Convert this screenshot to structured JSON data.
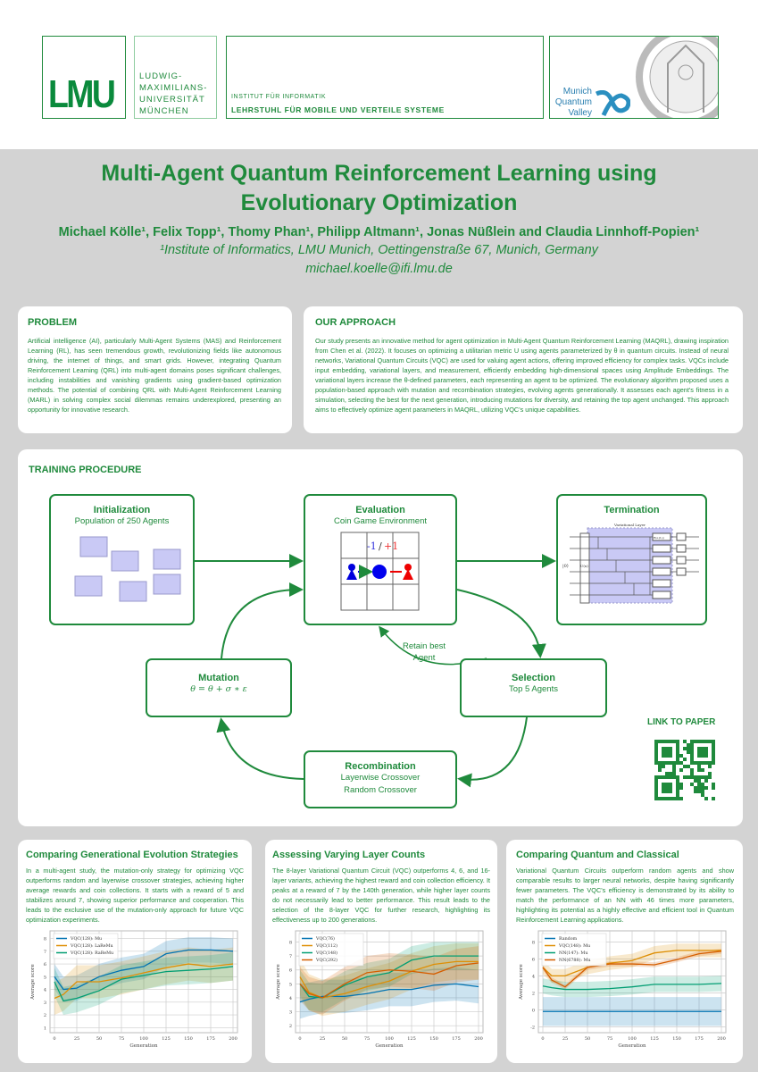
{
  "header": {
    "lmu_logo": "LMU",
    "university": [
      "LUDWIG-",
      "MAXIMILIANS-",
      "UNIVERSITÄT",
      "MÜNCHEN"
    ],
    "institute": "INSTITUT FÜR INFORMATIK",
    "chair": "LEHRSTUHL FÜR MOBILE UND VERTEILE SYSTEME",
    "mqv_logo": [
      "Munich",
      "Quantum",
      "Valley"
    ]
  },
  "title": [
    "Multi-Agent Quantum Reinforcement Learning using",
    "Evolutionary Optimization"
  ],
  "authors": "Michael Kölle¹, Felix Topp¹, Thomy Phan¹, Philipp Altmann¹, Jonas Nüßlein and Claudia Linnhoff-Popien¹",
  "affiliation": "¹Institute of Informatics, LMU Munich, Oettingenstraße 67, Munich, Germany",
  "email": "michael.koelle@ifi.lmu.de",
  "problem": {
    "heading": "PROBLEM",
    "text": "Artificial intelligence (AI), particularly Multi-Agent Systems (MAS) and Reinforcement Learning (RL), has seen tremendous growth, revolutionizing fields like autonomous driving, the internet of things, and smart grids. However, integrating Quantum Reinforcement Learning (QRL) into multi-agent domains poses significant challenges, including instabilities and vanishing gradients using gradient-based optimization methods. The potential of combining QRL with Multi-Agent Reinforcement Learning (MARL) in solving complex social dilemmas remains underexplored, presenting an opportunity for innovative research."
  },
  "approach": {
    "heading": "OUR APPROACH",
    "text": "Our study presents an innovative method for agent optimization in Multi-Agent Quantum Reinforcement Learning (MAQRL), drawing inspiration from Chen et al. (2022). It focuses on optimizing a utilitarian metric U using agents parameterized by θ in quantum circuits. Instead of neural networks, Variational Quantum Circuits (VQC) are used for valuing agent actions, offering improved efficiency for complex tasks. VQCs include input embedding, variational layers, and measurement, efficiently embedding high-dimensional spaces using Amplitude Embeddings. The variational layers increase the θ-defined parameters, each representing an agent to be optimized. The evolutionary algorithm proposed uses a population-based approach with mutation and recombination strategies, evolving agents generationally. It assesses each agent's fitness in a simulation, selecting the best for the next generation, introducing mutations for diversity, and retaining the top agent unchanged. This approach aims to effectively optimize agent parameters in MAQRL, utilizing VQC's unique capabilities."
  },
  "training": {
    "heading": "TRAINING PROCEDURE",
    "initialization": {
      "title": "Initialization",
      "subtitle": "Population of 250 Agents"
    },
    "evaluation": {
      "title": "Evaluation",
      "subtitle": "Coin Game Environment",
      "reward_neg": "-1",
      "slash": "/",
      "reward_pos": "+1"
    },
    "termination": {
      "title": "Termination",
      "layer_label": "Variational Layer",
      "input_label": "|0⟩",
      "embed_label": "U(x)",
      "rot_label": "R(α,β,γ)"
    },
    "mutation": {
      "title": "Mutation",
      "formula": "θ = θ + σ ∗ ε"
    },
    "selection": {
      "title": "Selection",
      "subtitle": "Top 5 Agents"
    },
    "recombination": {
      "title": "Recombination",
      "lines": [
        "Layerwise Crossover",
        "Random Crossover"
      ]
    },
    "retain": [
      "Retain best",
      "Agent"
    ],
    "link_heading": "LINK TO PAPER"
  },
  "colors": {
    "green": "#1f8a3c",
    "blue": "#0173b2",
    "orange": "#de8f05",
    "teal": "#029e73",
    "darkorange": "#d55e00",
    "background": "#d3d3d3"
  },
  "results": [
    {
      "heading": "Comparing Generational Evolution Strategies",
      "text": "In a multi-agent study, the mutation-only strategy for optimizing VQC outperforms random and layerwise crossover strategies, achieving higher average rewards and coin collections. It starts with a reward of 5 and stabilizes around 7, showing superior performance and cooperation. This leads to the exclusive use of the mutation-only approach for future VQC optimization experiments."
    },
    {
      "heading": "Assessing Varying Layer Counts",
      "text": "The 8-layer Variational Quantum Circuit (VQC) outperforms 4, 6, and 16-layer variants, achieving the highest reward and coin collection efficiency. It peaks at a reward of 7 by the 140th generation, while higher layer counts do not necessarily lead to better performance. This result leads to the selection of the 8-layer VQC for further research, highlighting its effectiveness up to 200 generations."
    },
    {
      "heading": "Comparing Quantum and Classical",
      "text": "Variational Quantum Circuits outperform random agents and show comparable results to larger neural networks, despite having significantly fewer parameters. The VQC's efficiency is demonstrated by its ability to match the performance of an NN with 46 times more parameters, highlighting its potential as a highly effective and efficient tool in Quantum Reinforcement Learning applications."
    }
  ],
  "chart_data": [
    {
      "type": "line",
      "xlabel": "Generation",
      "ylabel": "Average score",
      "xlim": [
        -5,
        205
      ],
      "ylim": [
        0.6,
        8.6
      ],
      "xticks": [
        0,
        25,
        50,
        75,
        100,
        125,
        150,
        175,
        200
      ],
      "yticks": [
        1,
        2,
        3,
        4,
        5,
        6,
        7,
        8
      ],
      "grid": true,
      "legend": "top-left",
      "x": [
        0,
        10,
        25,
        50,
        75,
        100,
        125,
        150,
        175,
        200
      ],
      "series": [
        {
          "name": "VQC(128): Mu",
          "color": "#0173b2",
          "values": [
            5,
            4,
            4.1,
            5,
            5.5,
            5.8,
            6.8,
            7.1,
            7.1,
            7.0
          ],
          "band": 1.0
        },
        {
          "name": "VQC(128): LaReMu",
          "color": "#de8f05",
          "values": [
            3.3,
            3.6,
            4.6,
            4.6,
            4.9,
            5.3,
            5.7,
            6,
            5.8,
            6
          ],
          "band": 1.3
        },
        {
          "name": "VQC(128): RaReMu",
          "color": "#029e73",
          "values": [
            4.6,
            3.1,
            3.3,
            3.9,
            4.8,
            5.1,
            5.4,
            5.5,
            5.6,
            5.8
          ],
          "band": 1.1
        }
      ]
    },
    {
      "type": "line",
      "xlabel": "Generation",
      "ylabel": "Average score",
      "xlim": [
        -5,
        205
      ],
      "ylim": [
        1.5,
        8.8
      ],
      "xticks": [
        0,
        25,
        50,
        75,
        100,
        125,
        150,
        175,
        200
      ],
      "yticks": [
        2,
        3,
        4,
        5,
        6,
        7,
        8
      ],
      "grid": true,
      "legend": "top-left",
      "x": [
        0,
        10,
        25,
        50,
        75,
        100,
        125,
        150,
        175,
        200
      ],
      "series": [
        {
          "name": "VQC(76)",
          "color": "#0173b2",
          "values": [
            3.7,
            3.9,
            4.1,
            4.1,
            4.3,
            4.6,
            4.6,
            4.9,
            5.0,
            4.8
          ],
          "band": 1.2
        },
        {
          "name": "VQC(112)",
          "color": "#de8f05",
          "values": [
            5.5,
            4.4,
            4.0,
            4.3,
            4.8,
            5.2,
            5.9,
            6.4,
            6.6,
            6.6
          ],
          "band": 1.3
        },
        {
          "name": "VQC(148)",
          "color": "#029e73",
          "values": [
            5,
            4.1,
            4.0,
            4.9,
            5.5,
            5.8,
            6.7,
            7.0,
            7.0,
            7.0
          ],
          "band": 1.0
        },
        {
          "name": "VQC(292)",
          "color": "#d55e00",
          "values": [
            5,
            4.3,
            4.0,
            5.0,
            5.8,
            6.0,
            5.9,
            5.7,
            6.3,
            6.5
          ],
          "band": 1.2
        }
      ]
    },
    {
      "type": "line",
      "xlabel": "Generation",
      "ylabel": "Average score",
      "xlim": [
        -5,
        205
      ],
      "ylim": [
        -2.7,
        9.3
      ],
      "xticks": [
        0,
        25,
        50,
        75,
        100,
        125,
        150,
        175,
        200
      ],
      "yticks": [
        -2,
        0,
        2,
        4,
        6,
        8
      ],
      "grid": true,
      "legend": "top-left",
      "x": [
        0,
        10,
        25,
        50,
        75,
        100,
        125,
        150,
        175,
        200
      ],
      "series": [
        {
          "name": "Random",
          "color": "#0173b2",
          "values": [
            -0.2,
            -0.2,
            -0.2,
            -0.2,
            -0.2,
            -0.2,
            -0.2,
            -0.2,
            -0.2,
            -0.2
          ],
          "band": 1.7
        },
        {
          "name": "VQC(148): Mu",
          "color": "#de8f05",
          "values": [
            5,
            4,
            4.0,
            5.0,
            5.5,
            5.8,
            6.7,
            7.0,
            7.0,
            7.0
          ],
          "band": 0.8
        },
        {
          "name": "NN(147): Mu",
          "color": "#029e73",
          "values": [
            2.8,
            2.6,
            2.4,
            2.4,
            2.5,
            2.7,
            3.0,
            3.0,
            3.0,
            3.1
          ],
          "band": 0.9
        },
        {
          "name": "NN(6788): Mu",
          "color": "#d55e00",
          "values": [
            5,
            3.5,
            2.7,
            5,
            5.4,
            5.4,
            5.3,
            5.9,
            6.6,
            6.9
          ],
          "band": 0.3
        }
      ]
    }
  ]
}
